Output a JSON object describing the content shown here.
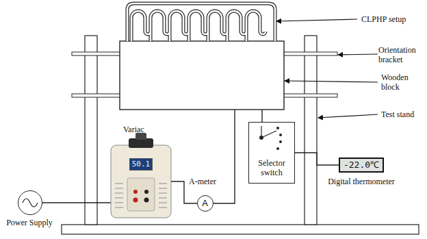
{
  "diagram": {
    "nodes": [
      {
        "text": [
          "Variac",
          "50.1"
        ]
      },
      {
        "text": [
          "A-meter",
          "A"
        ]
      },
      {
        "text": [
          "Selector switch"
        ]
      },
      {
        "text": [
          "Digital thermometer",
          "-22.0℃"
        ]
      },
      {
        "text": [
          "Power Supply"
        ]
      }
    ],
    "edges": [
      {
        "from": 4,
        "to": 0,
        "arrow": "none"
      },
      {
        "from": 0,
        "to": 1,
        "arrow": "none"
      },
      {
        "from": 2,
        "to": 3,
        "arrow": "none"
      }
    ],
    "labels": [
      "CLPHP setup",
      "Orientation bracket",
      "Wooden block",
      "Test stand"
    ]
  }
}
